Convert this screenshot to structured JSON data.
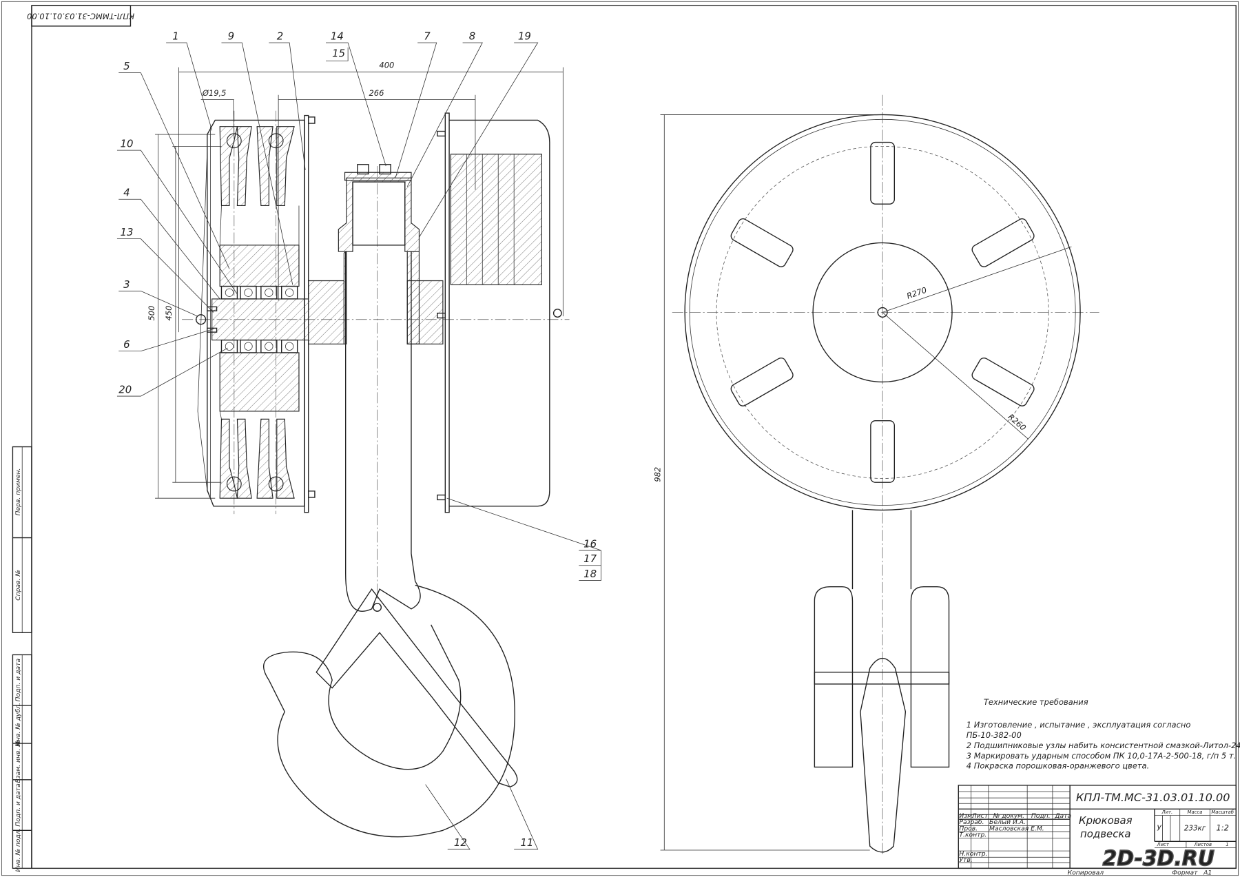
{
  "stamp_top": "КПЛ-ТММС-31.03.01.10.00",
  "margin_stamp": [
    "Перв. примен.",
    "Справ. №",
    "Подп. и дата",
    "Инв. № дубл.",
    "Взам. инв. №",
    "Подп. и дата",
    "Инв. № подл."
  ],
  "callouts": {
    "p1": "1",
    "p2": "2",
    "p3": "3",
    "p4": "4",
    "p5": "5",
    "p6": "6",
    "p7": "7",
    "p8": "8",
    "p9": "9",
    "p10": "10",
    "p11": "11",
    "p12": "12",
    "p13": "13",
    "p14": "14",
    "p15": "15",
    "p16": "16",
    "p17": "17",
    "p18": "18",
    "p19": "19",
    "p20": "20"
  },
  "dimensions": {
    "width_total": "400",
    "width_inner": "266",
    "rope_dia": "Ø19,5",
    "height_500": "500",
    "height_450": "450",
    "height_982": "982",
    "r270": "R270",
    "r260": "R260"
  },
  "tech_requirements": {
    "title": "Технические требования",
    "lines": [
      "1 Изготовление , испытание , эксплуатация согласно",
      "ПБ-10-382-00",
      "2 Подшипниковые узлы набить консистентной смазкой-Литол-24.",
      "3 Маркировать ударным способом ПК 10,0-17А-2-500-18, г/п 5 т.",
      "4 Покраска порошковая-оранжевого цвета."
    ]
  },
  "title_block": {
    "designation": "КПЛ-ТМ.МС-31.03.01.10.00",
    "name_line1": "Крюковая",
    "name_line2": "подвеска",
    "headers": [
      "Изм.",
      "Лист",
      "№ докум.",
      "Подп.",
      "Дата"
    ],
    "roles": [
      "Разраб.",
      "Пров.",
      "Т.контр.",
      "Н.контр.",
      "Утв."
    ],
    "developer": "Белый И.А.",
    "checker": "Масловская Е.М.",
    "lit_label": "Лит.",
    "lit_value": "У",
    "mass_label": "Масса",
    "mass_value": "233кг",
    "scale_label": "Масштаб",
    "scale_value": "1:2",
    "sheet_label": "Лист",
    "sheets_label": "Листов",
    "sheets_value": "1",
    "copied": "Копировал",
    "format_label": "Формат",
    "format_value": "А1"
  },
  "watermark": "2D-3D.RU"
}
